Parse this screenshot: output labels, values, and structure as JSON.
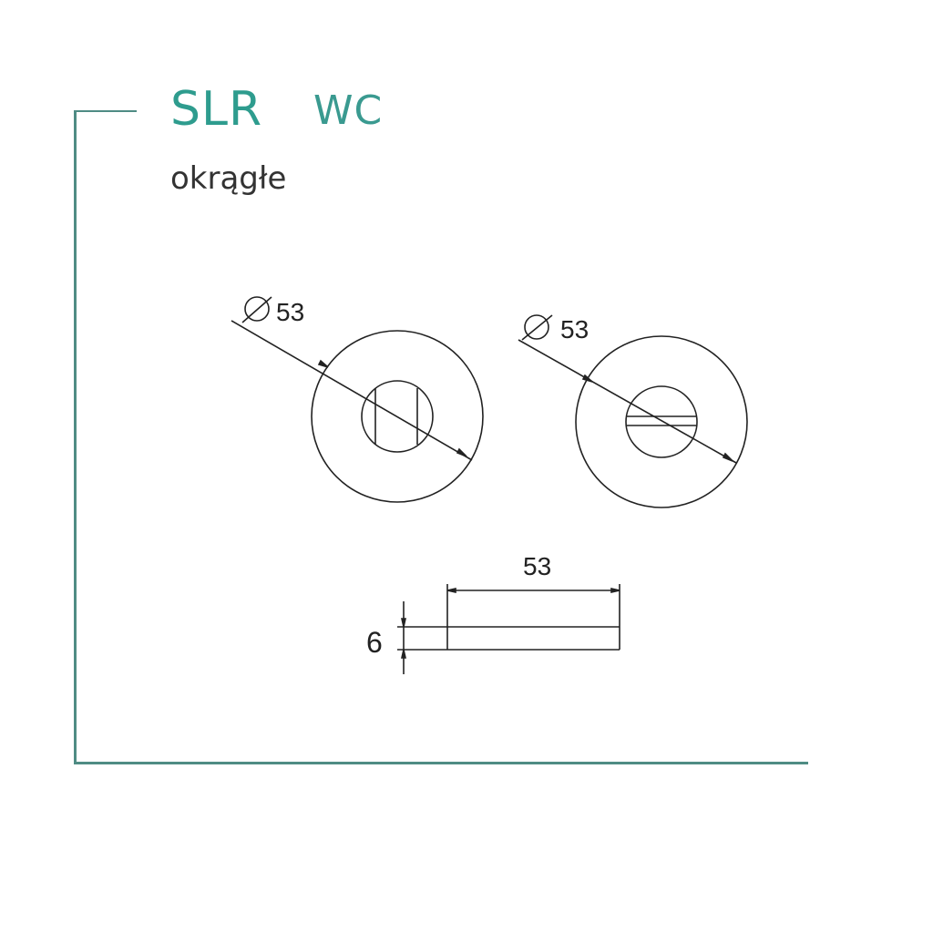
{
  "header": {
    "model": "SLR",
    "variant": "WC",
    "shape": "okrągłe"
  },
  "drawings": {
    "rosette_left": {
      "diameter_symbol": "⌀",
      "diameter_label": "53"
    },
    "rosette_right": {
      "diameter_symbol": "⌀",
      "diameter_label": "53"
    },
    "side_view": {
      "width_label": "53",
      "thickness_label": "6"
    }
  },
  "colors": {
    "accent": "#2e9c8e",
    "frame": "#4f8c84",
    "text": "#333333",
    "lines": "#222222"
  }
}
